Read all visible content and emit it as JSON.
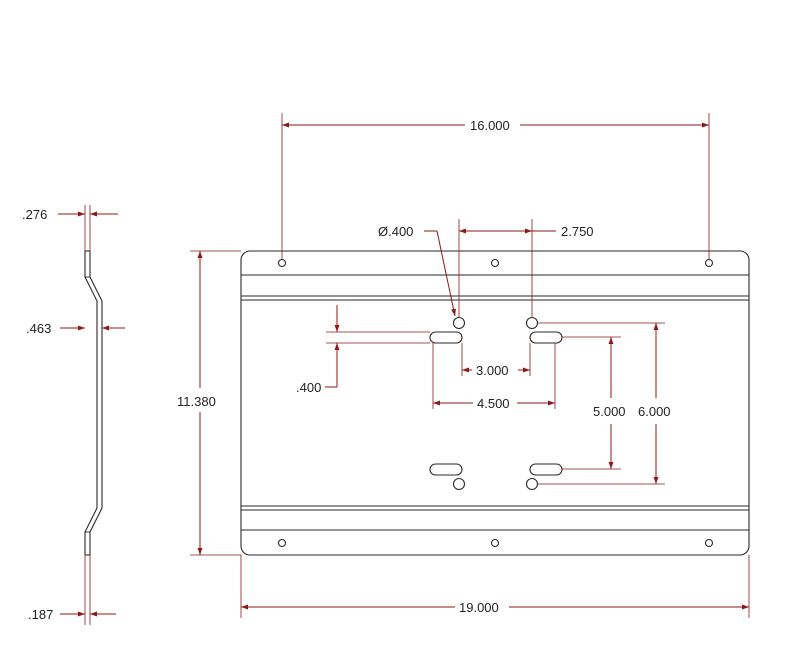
{
  "dimensions": {
    "overall_width": "19.000",
    "overall_height": "11.380",
    "top_hole_spacing": "16.000",
    "hole_diameter": "Ø.400",
    "hole_offset": "2.750",
    "slot_spacing_inner": "3.000",
    "slot_spacing_outer": "4.500",
    "slot_width": ".400",
    "vertical_slot_spacing": "5.000",
    "vertical_hole_spacing": "6.000",
    "side_top_thickness": ".276",
    "side_offset": ".463",
    "side_bottom_thickness": ".187"
  },
  "colors": {
    "dimension": "#8b1a1a",
    "outline": "#2a2a2a"
  }
}
